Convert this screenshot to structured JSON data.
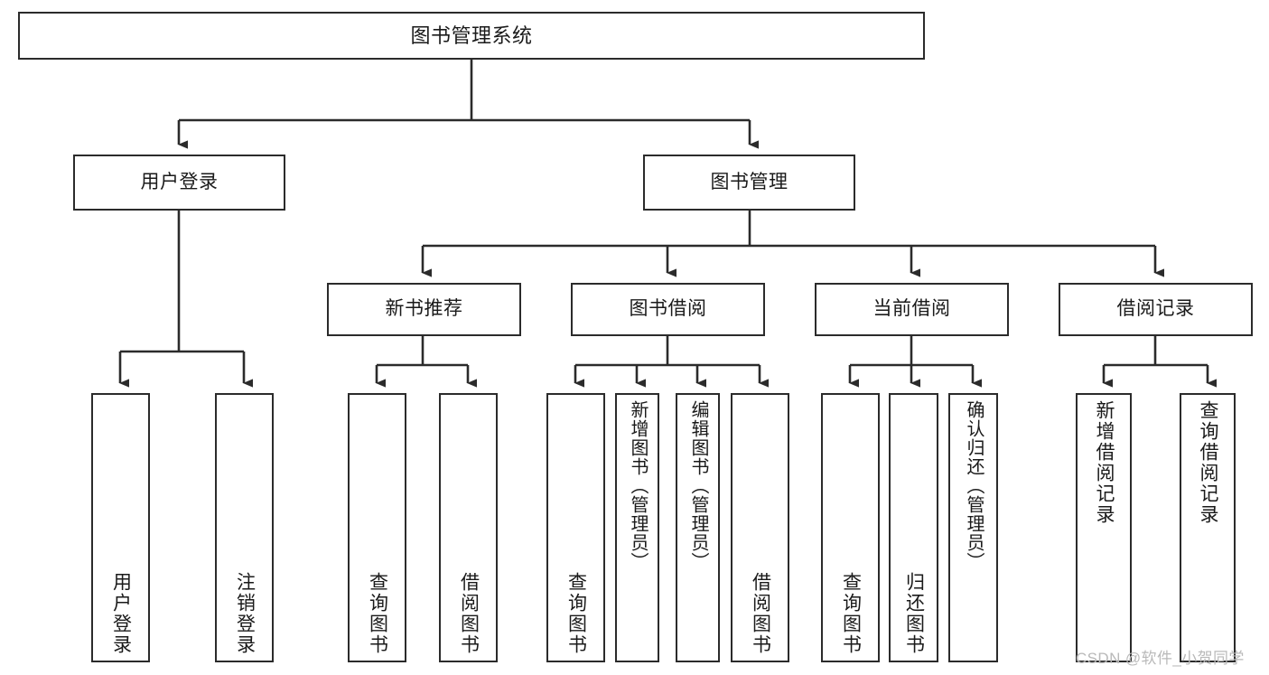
{
  "diagram": {
    "type": "tree",
    "title": "图书管理系统",
    "root": {
      "id": "root",
      "label": "图书管理系统"
    },
    "level2": [
      {
        "id": "user-login",
        "label": "用户登录"
      },
      {
        "id": "book-manage",
        "label": "图书管理"
      }
    ],
    "level3": [
      {
        "id": "new-book-rec",
        "label": "新书推荐",
        "parent": "book-manage"
      },
      {
        "id": "book-borrow",
        "label": "图书借阅",
        "parent": "book-manage"
      },
      {
        "id": "current-borrow",
        "label": "当前借阅",
        "parent": "book-manage"
      },
      {
        "id": "borrow-record",
        "label": "借阅记录",
        "parent": "book-manage"
      }
    ],
    "leaves": [
      {
        "id": "leaf-user-login",
        "label": "用户登录",
        "parent": "user-login"
      },
      {
        "id": "leaf-logout",
        "label": "注销登录",
        "parent": "user-login"
      },
      {
        "id": "leaf-query-book-1",
        "label": "查询图书",
        "parent": "new-book-rec"
      },
      {
        "id": "leaf-borrow-book-1",
        "label": "借阅图书",
        "parent": "new-book-rec"
      },
      {
        "id": "leaf-query-book-2",
        "label": "查询图书",
        "parent": "book-borrow"
      },
      {
        "id": "leaf-add-book",
        "label": "新增图书（管理员）",
        "parent": "book-borrow"
      },
      {
        "id": "leaf-edit-book",
        "label": "编辑图书（管理员）",
        "parent": "book-borrow"
      },
      {
        "id": "leaf-borrow-book-2",
        "label": "借阅图书",
        "parent": "book-borrow"
      },
      {
        "id": "leaf-query-book-3",
        "label": "查询图书",
        "parent": "current-borrow"
      },
      {
        "id": "leaf-return-book",
        "label": "归还图书",
        "parent": "current-borrow"
      },
      {
        "id": "leaf-confirm-return",
        "label": "确认归还（管理员）",
        "parent": "current-borrow"
      },
      {
        "id": "leaf-add-record",
        "label": "新增借阅记录",
        "parent": "borrow-record"
      },
      {
        "id": "leaf-query-record",
        "label": "查询借阅记录",
        "parent": "borrow-record"
      }
    ],
    "colors": {
      "box_border": "#2b2b2b",
      "box_fill": "#ffffff",
      "connector": "#2b2b2b",
      "text": "#1a1a1a",
      "watermark": "#b9b9b9",
      "background": "#ffffff"
    }
  },
  "watermark": {
    "text": "CSDN @软件_小贺同学"
  }
}
